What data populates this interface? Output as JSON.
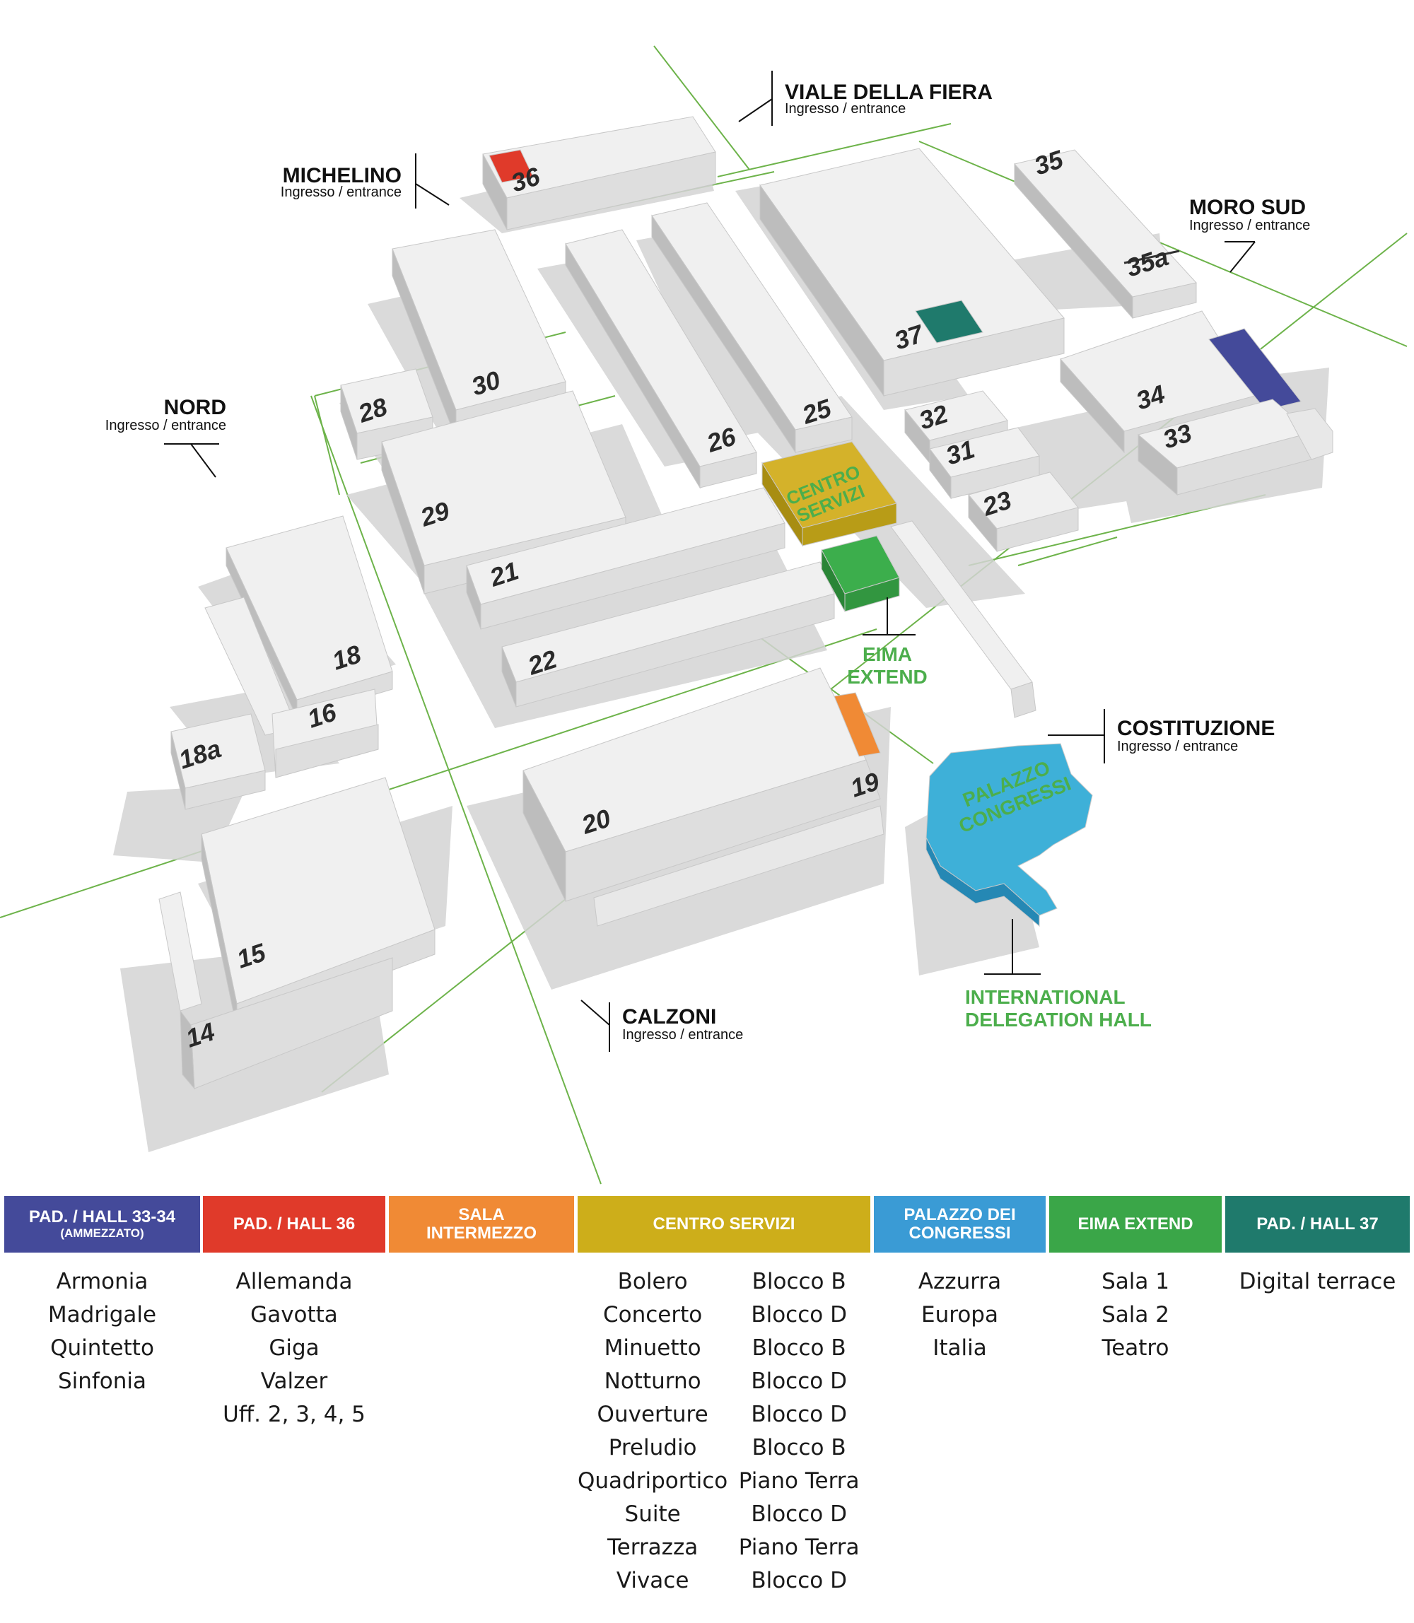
{
  "entrances": [
    {
      "id": "viale-della-fiera",
      "title": "VIALE DELLA FIERA",
      "sub": "Ingresso / entrance"
    },
    {
      "id": "michelino",
      "title": "MICHELINO",
      "sub": "Ingresso / entrance"
    },
    {
      "id": "moro-sud",
      "title": "MORO SUD",
      "sub": "Ingresso / entrance"
    },
    {
      "id": "nord",
      "title": "NORD",
      "sub": "Ingresso / entrance"
    },
    {
      "id": "costituzione",
      "title": "COSTITUZIONE",
      "sub": "Ingresso / entrance"
    },
    {
      "id": "calzoni",
      "title": "CALZONI",
      "sub": "Ingresso / entrance"
    }
  ],
  "halls": [
    "36",
    "35",
    "35a",
    "37",
    "30",
    "28",
    "29",
    "26",
    "25",
    "32",
    "31",
    "34",
    "33",
    "23",
    "21",
    "22",
    "18",
    "16",
    "18a",
    "20",
    "19",
    "15",
    "14"
  ],
  "special_areas": {
    "centro_servizi": {
      "line1": "CENTRO",
      "line2": "SERVIZI"
    },
    "palazzo_congressi": {
      "line1": "PALAZZO",
      "line2": "CONGRESSI"
    },
    "eima_extend": {
      "line1": "EIMA",
      "line2": "EXTEND"
    },
    "international_delegation_hall": {
      "line1": "INTERNATIONAL",
      "line2": "DELEGATION HALL"
    }
  },
  "legend": [
    {
      "header": "PAD. / HALL 33-34",
      "header_small": "(AMMEZZATO)",
      "color": "#444a9a",
      "items": [
        "Armonia",
        "Madrigale",
        "Quintetto",
        "Sinfonia"
      ]
    },
    {
      "header": "PAD. / HALL 36",
      "header_small": "",
      "color": "#e03a2a",
      "items": [
        "Allemanda",
        "Gavotta",
        "Giga",
        "Valzer",
        "Uff. 2, 3, 4, 5"
      ]
    },
    {
      "header": "SALA",
      "header2": "INTERMEZZO",
      "color": "#f08a35",
      "items": []
    },
    {
      "header": "CENTRO SERVIZI",
      "color": "#cdae1a",
      "rooms": [
        "Bolero",
        "Concerto",
        "Minuetto",
        "Notturno",
        "Ouverture",
        "Preludio",
        "Quadriportico",
        "Suite",
        "Terrazza",
        "Vivace"
      ],
      "blocks": [
        "Blocco B",
        "Blocco D",
        "Blocco B",
        "Blocco D",
        "Blocco D",
        "Blocco B",
        "Piano Terra",
        "Blocco D",
        "Piano Terra",
        "Blocco D"
      ]
    },
    {
      "header": "PALAZZO DEI",
      "header2": "CONGRESSI",
      "color": "#3a9bd5",
      "items": [
        "Azzurra",
        "Europa",
        "Italia"
      ]
    },
    {
      "header": "EIMA EXTEND",
      "color": "#3aa648",
      "items": [
        "Sala 1",
        "Sala 2",
        "Teatro"
      ]
    },
    {
      "header": "PAD. / HALL 37",
      "color": "#1f7a6c",
      "items": [
        "Digital terrace"
      ]
    }
  ],
  "colors": {
    "hall36": "#e03a2a",
    "hall37": "#1f7a6c",
    "hall34": "#444a9a",
    "intermezzo": "#f08a35",
    "centro": "#c9a91e",
    "eima": "#3aa648",
    "palazzo": "#3eb0d8",
    "path": "#6db34a"
  }
}
